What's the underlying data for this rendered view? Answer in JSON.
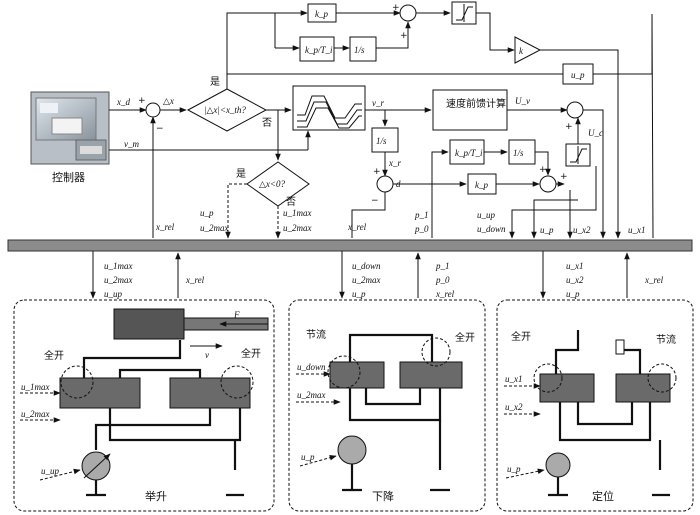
{
  "controller": {
    "label": "控制器"
  },
  "decisions": {
    "first": {
      "cond": "|△x|<x_th?",
      "yes": "是",
      "no": "否"
    },
    "second": {
      "cond": "△x<0?",
      "yes": "是",
      "no": "否"
    }
  },
  "blocks": {
    "kp_top": "k_p",
    "kp_over_ti_top": "k_p/T_i",
    "integ_top": "1/s",
    "gain_k": "k",
    "up_block": "u_p",
    "feedforward": "速度前馈计算",
    "integ_mid": "1/s",
    "kp_over_ti_mid": "k_p/T_i",
    "integ_low": "1/s",
    "kp_low": "k_p"
  },
  "signals": {
    "xd": "x_d",
    "dx": "△x",
    "vm": "v_m",
    "vr": "v_r",
    "xr": "x_r",
    "d": "d",
    "Uv": "U_v",
    "Uc": "U_c",
    "up1": "u_p",
    "u2max": "u_2max",
    "xrel1": "x_rel",
    "u1max": "u_1max",
    "u2max_b": "u_2max",
    "xrel2": "x_rel",
    "p1": "p_1",
    "p0": "p_0",
    "uup": "u_up",
    "udown": "u_down",
    "up2": "u_p",
    "ux2": "u_x2",
    "ux1": "u_x1"
  },
  "bus_signals": {
    "lift_down": [
      "u_1max",
      "u_2max",
      "u_up"
    ],
    "lift_up": "x_rel",
    "lower_down": [
      "u_down",
      "u_2max",
      "u_p"
    ],
    "lower_up": [
      "p_1",
      "p_0",
      "x_rel"
    ],
    "pos_down": [
      "u_x1",
      "u_x2",
      "u_p"
    ],
    "pos_up": "x_rel"
  },
  "panels": {
    "lift": {
      "title": "举升",
      "open": "全开",
      "open2": "全开",
      "force": "F",
      "speed": "v",
      "u1max": "u_1max",
      "u2max": "u_2max",
      "uup": "u_up"
    },
    "lower": {
      "title": "下降",
      "throttle": "节流",
      "open": "全开",
      "udown": "u_down",
      "u2max": "u_2max",
      "up": "u_p"
    },
    "position": {
      "title": "定位",
      "open": "全开",
      "throttle": "节流",
      "ux1": "u_x1",
      "ux2": "u_x2",
      "up": "u_p"
    }
  },
  "sum_signs": {
    "plus": "+",
    "minus": "−"
  }
}
